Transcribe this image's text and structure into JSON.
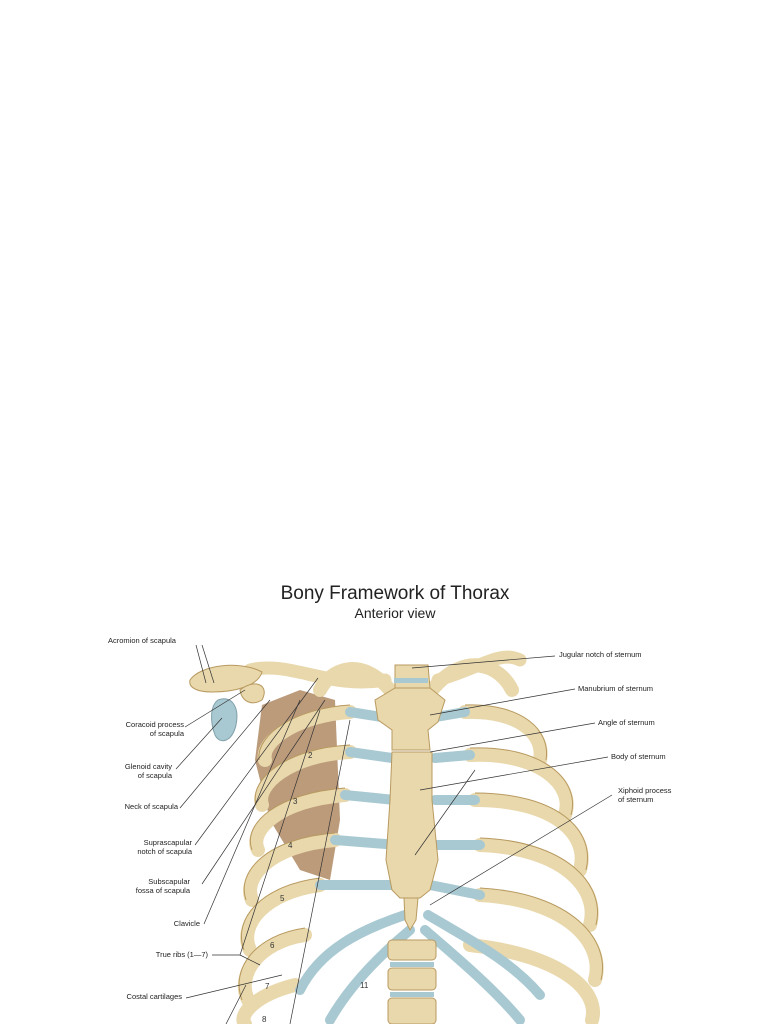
{
  "figure": {
    "title": "Bony Framework of Thorax",
    "subtitle": "Anterior view"
  },
  "labels_left": [
    "Acromion of scapula",
    "Coracoid process\nof scapula",
    "Glenoid cavity\nof scapula",
    "Neck of scapula",
    "Suprascapular\nnotch of scapula",
    "Subscapular\nfossa of scapula",
    "Clavicle",
    "True ribs (1—7)",
    "Costal cartilages"
  ],
  "labels_right": [
    "Jugular notch of sternum",
    "Manubrium of sternum",
    "Angle of sternum",
    "Body of sternum",
    "Xiphoid process\nof sternum"
  ],
  "rib_numbers": [
    "2",
    "3",
    "4",
    "5",
    "6",
    "7",
    "8",
    "11"
  ],
  "colors": {
    "bone": "#e9d8ac",
    "bone_shadow": "#c9ad74",
    "cartilage": "#a9c9d2",
    "scapula_fossa": "#b08a64",
    "leader": "#333333"
  }
}
